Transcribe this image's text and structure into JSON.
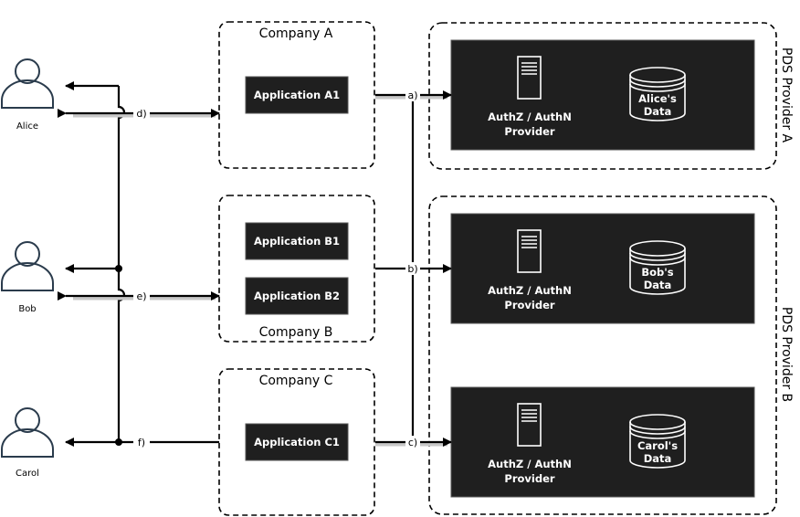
{
  "people": [
    {
      "name": "Alice"
    },
    {
      "name": "Bob"
    },
    {
      "name": "Carol"
    }
  ],
  "companies": [
    {
      "title": "Company A",
      "apps": [
        "Application A1"
      ]
    },
    {
      "title": "Company B",
      "apps": [
        "Application B1",
        "Application B2"
      ]
    },
    {
      "title": "Company C",
      "apps": [
        "Application C1"
      ]
    }
  ],
  "providers": [
    {
      "title": "PDS Provider A"
    },
    {
      "title": "PDS Provider B"
    }
  ],
  "stores": [
    {
      "auth_line1": "AuthZ / AuthN",
      "auth_line2": "Provider",
      "data_line1": "Alice's",
      "data_line2": "Data"
    },
    {
      "auth_line1": "AuthZ / AuthN",
      "auth_line2": "Provider",
      "data_line1": "Bob's",
      "data_line2": "Data"
    },
    {
      "auth_line1": "AuthZ / AuthN",
      "auth_line2": "Provider",
      "data_line1": "Carol's",
      "data_line2": "Data"
    }
  ],
  "links": {
    "a": "a)",
    "b": "b)",
    "c": "c)",
    "d": "d)",
    "e": "e)",
    "f": "f)"
  }
}
